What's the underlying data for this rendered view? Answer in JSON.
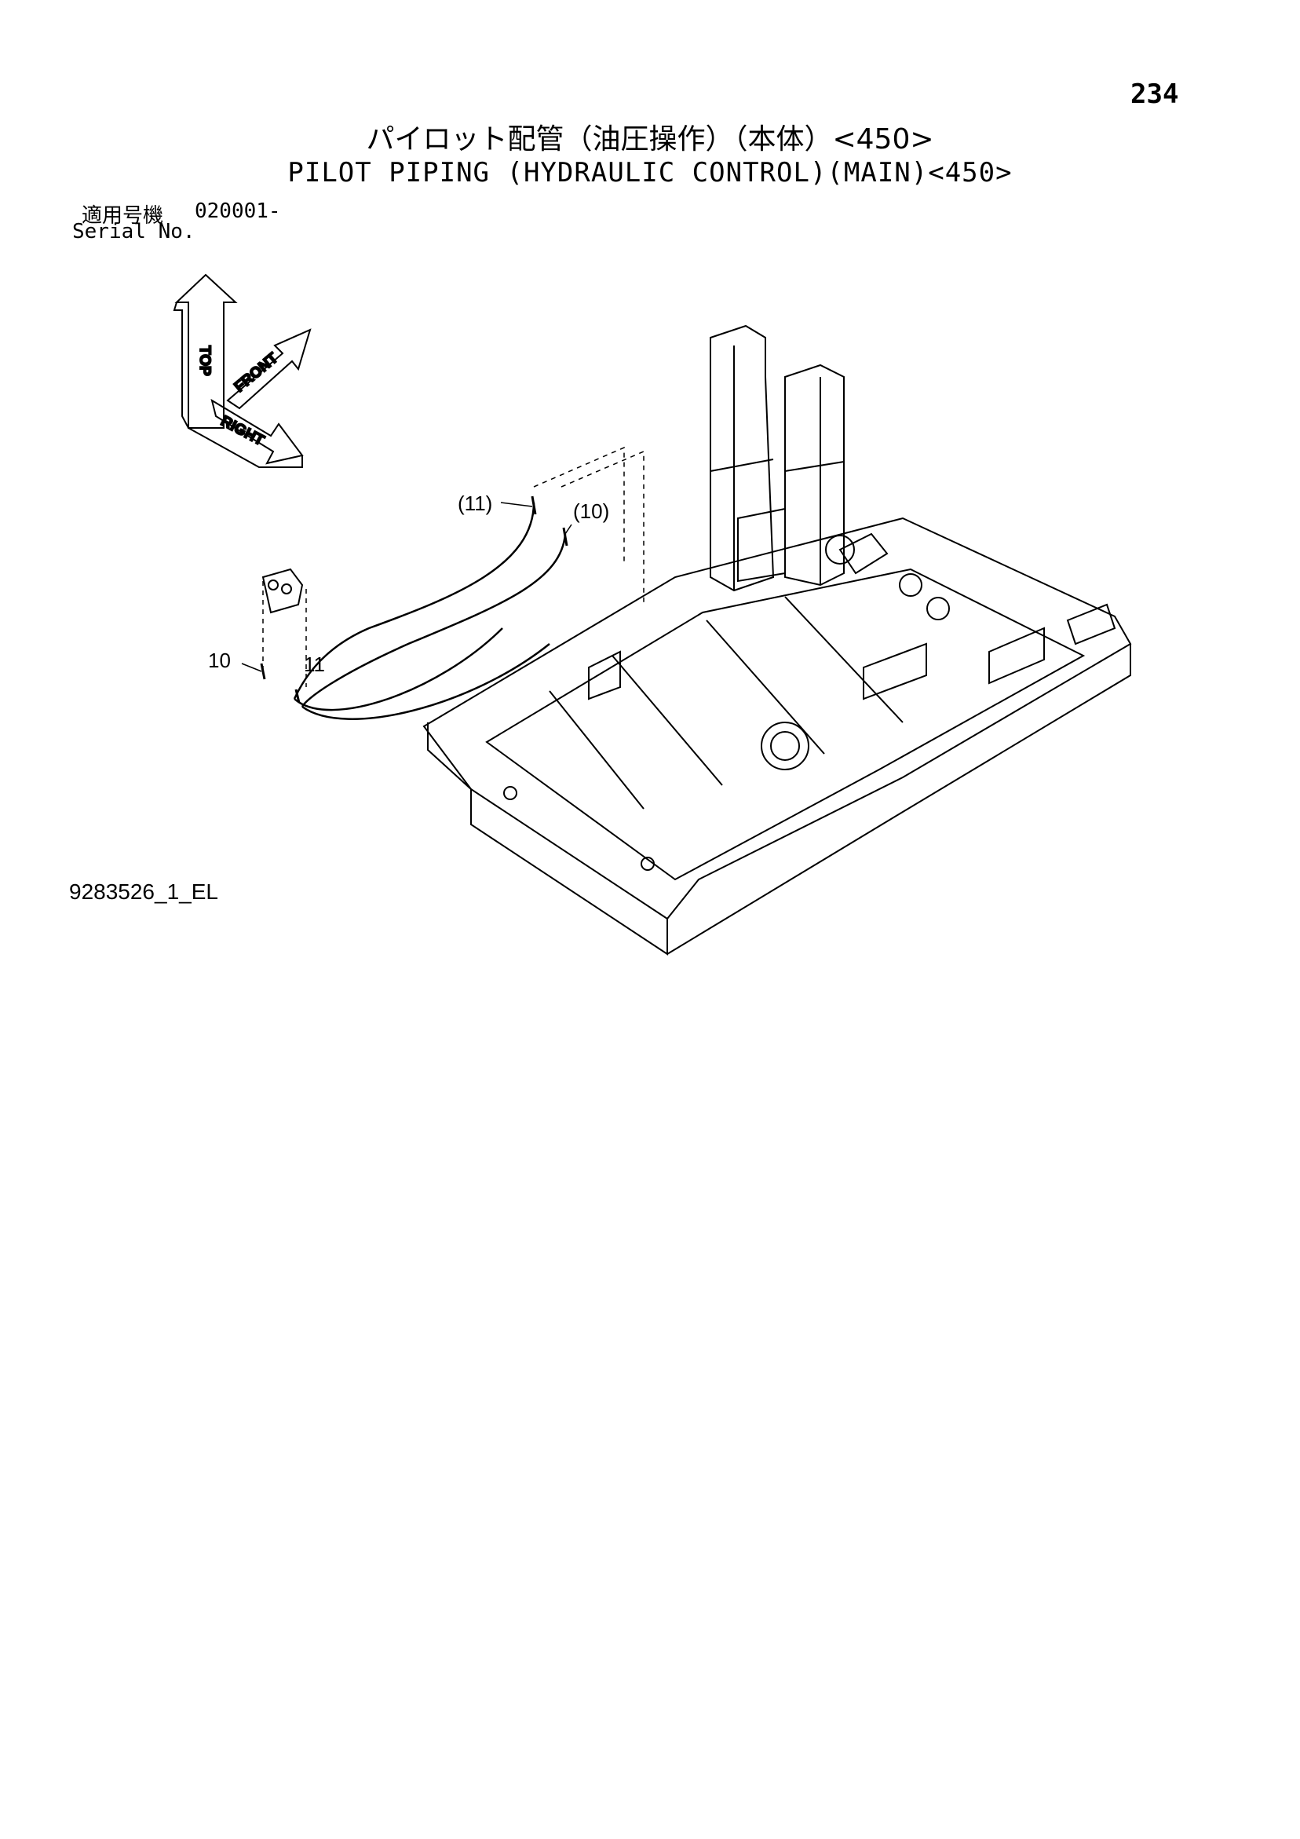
{
  "page_number": "234",
  "title_jp": "パイロット配管（油圧操作）（本体）<450>",
  "title_en": "PILOT PIPING (HYDRAULIC CONTROL)(MAIN)<450>",
  "serial": {
    "label_jp": "適用号機",
    "value": "020001-",
    "label_en": "Serial No."
  },
  "orientation": {
    "top": "TOP",
    "front": "FRONT",
    "right": "RIGHT"
  },
  "callouts": {
    "c11_paren": "(11)",
    "c10_paren": "(10)",
    "c10": "10",
    "c11": "11"
  },
  "drawing_code": "9283526_1_EL"
}
